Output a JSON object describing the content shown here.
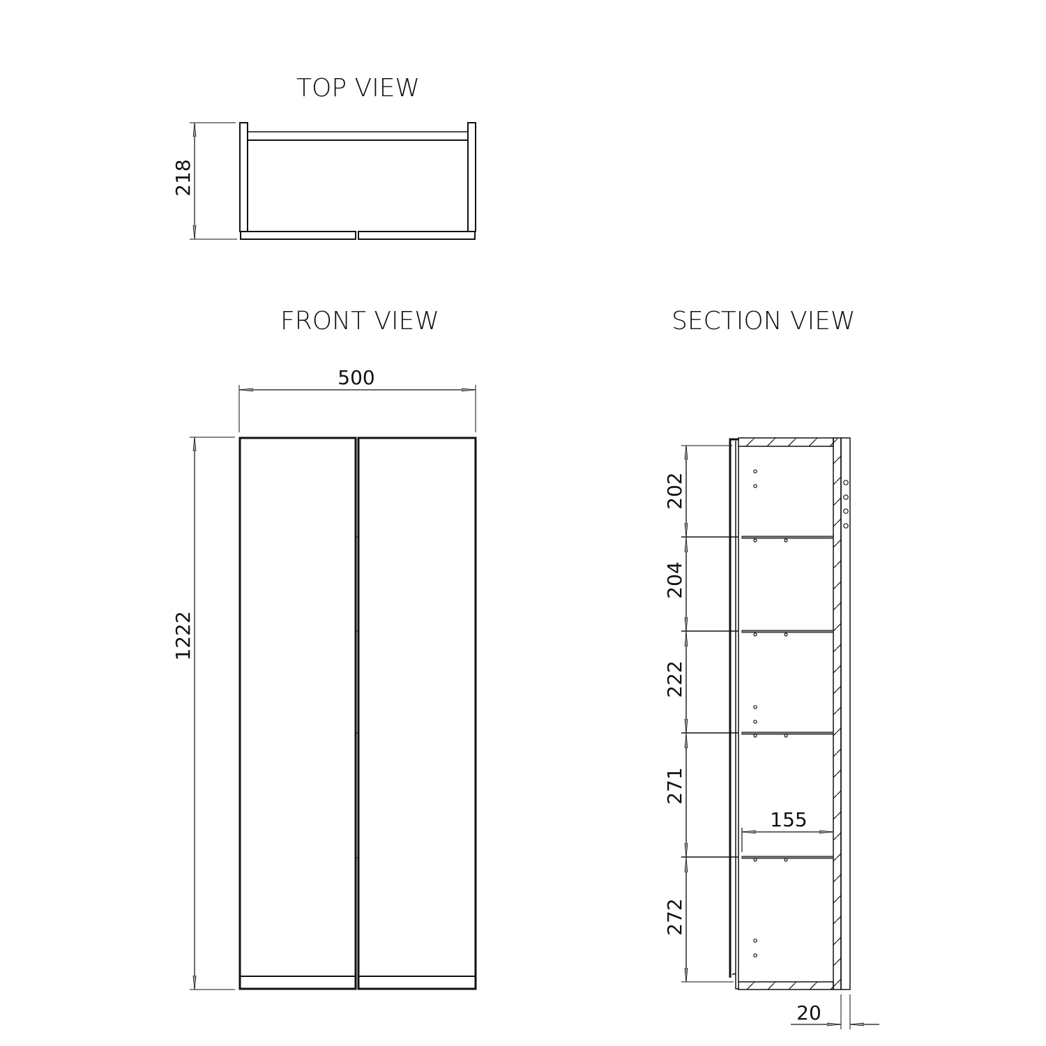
{
  "views": {
    "top": {
      "title": "TOP VIEW",
      "dimensions": {
        "depth": "218"
      }
    },
    "front": {
      "title": "FRONT VIEW",
      "dimensions": {
        "width": "500",
        "height": "1222"
      }
    },
    "section": {
      "title": "SECTION VIEW",
      "dimensions": {
        "shelf_spacings": [
          "202",
          "204",
          "222",
          "271",
          "272"
        ],
        "inner_depth": "155",
        "back_thickness": "20"
      }
    }
  },
  "colors": {
    "line": "#111111",
    "background": "#ffffff"
  }
}
